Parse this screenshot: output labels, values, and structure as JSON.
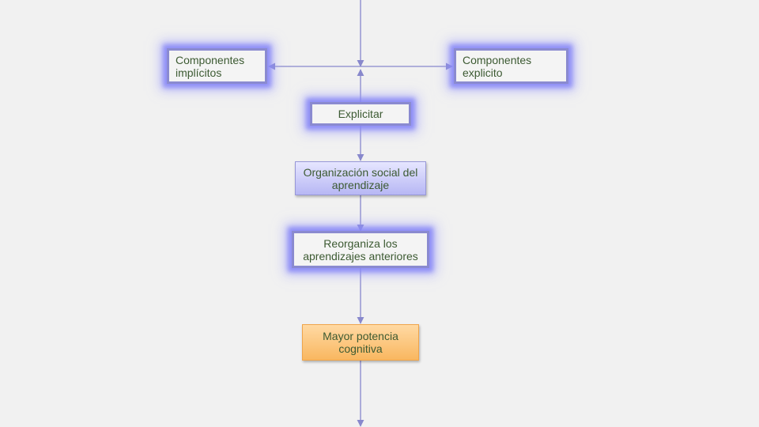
{
  "diagram": {
    "nodes": {
      "implicit": {
        "text": "Componentes implícitos"
      },
      "explicit": {
        "text": "Componentes explicito"
      },
      "explicitar": {
        "text": "Explicitar"
      },
      "social": {
        "text": "Organización social del aprendizaje"
      },
      "reorganiza": {
        "text": "Reorganiza los aprendizajes  anteriores"
      },
      "mayor": {
        "text": "Mayor potencia cognitiva"
      }
    },
    "colors": {
      "connector": "#8888cc",
      "glow_border": "#8a8ad0",
      "blue_box": "#c8c8f8",
      "orange_box": "#fbbf6e",
      "text": "#3c5a32"
    }
  }
}
